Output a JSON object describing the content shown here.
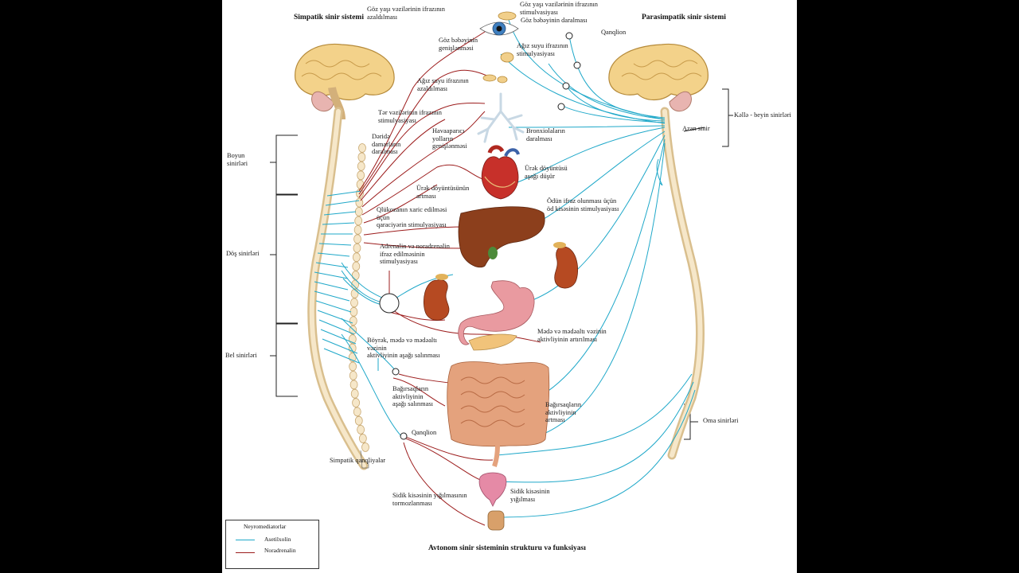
{
  "titles": {
    "sympathetic": "Simpatik sinir sistemi",
    "parasympathetic": "Parasimpatik sinir sistemi",
    "figure": "Avtonom sinir sisteminin  strukturu və funksiyası"
  },
  "labels": {
    "eye_secretion_reduce": "Göz yaşı vəzilərinin ifrazının\nazaldılması",
    "eye_secretion_stim": "Göz yaşı vəzilərinin ifrazının\nstimulvasiyası",
    "pupil_constrict": "Göz bəbəyinin daralması",
    "pupil_dilate": "Göz bəbəyinin\ngenişlənməsi",
    "ganglion_top": "Qanqlion",
    "saliva_stim": "Ağız suyu ifrazının\nstimulyasiyası",
    "saliva_reduce": "Ağız suyu ifrazının\nazaldılması",
    "sweat_stim": "Tər vəzilərinin ifrazının\nstimulyasiyası",
    "skin_vessels": "Dəridə\ndamarların\ndaralması",
    "airways_dilate": "Havaaparıcı\nyolların\ngenişlənməsi",
    "bronchioles_constrict": "Bronxiolaların\ndaralması",
    "heart_rate_down": "Ürək döyüntüsü\naşağı düşür",
    "heart_rate_up": "Ürək döyüntüsünün\nartması",
    "glucose": "Qlükozanın xaric edilməsi\nüçün\nqaraciyərin  stimulyasiyası",
    "bile": "Ödün ifraz olunması üçün\nöd kisəsinin  stimulyasiyası",
    "adrenaline": "Adrenalin və noradrenalin\nifraz edilməsinin\nstimulyasiyası",
    "kidney_stomach_reduce": "Böyrək, mədə və mədəaltı\nvəzinin\naktivliyinin   aşağı salınması",
    "stomach_increase": "Mədə və mədəaltı vəzinin\naktivliyinin artırılması",
    "intestine_reduce": "Bağırsaqların\naktivliyinin\naşağı salınması",
    "intestine_increase": "Bağırsaqların\naktivliyinin\nartması",
    "ganglion_bottom": "Qanqlion",
    "bladder_inhibit": "Sidik kisəsinin yığılmasının\ntormozlanması",
    "bladder_contract": "Sidik kisəsinin\nyığılması",
    "sympathetic_ganglia": "Simpatik qanqliyalar",
    "cranial_nerves": "Kəllə - beyin sinirləri",
    "vagus": "Azan sinir",
    "cervical": "Boyun\nsinirləri",
    "thoracic": "Döş sinirləri",
    "lumbar": "Bel sinirləri",
    "sacral": "Oma sinirləri"
  },
  "legend": {
    "title": "Neyromediatorlar",
    "items": [
      {
        "name": "Asetilxolin",
        "color": "#1fa8c9"
      },
      {
        "name": "Noradrenalin",
        "color": "#9c1c1c"
      }
    ]
  },
  "colors": {
    "acetylcholine": "#1fa8c9",
    "noradrenaline": "#9c1c1c",
    "spinal_cord": "#f0dcb8",
    "brain": "#f3d28a",
    "liver": "#8c3f1c",
    "kidney": "#b64a22",
    "stomach": "#e99aa0",
    "intestine": "#e4a27d",
    "heart": "#c7302a"
  }
}
